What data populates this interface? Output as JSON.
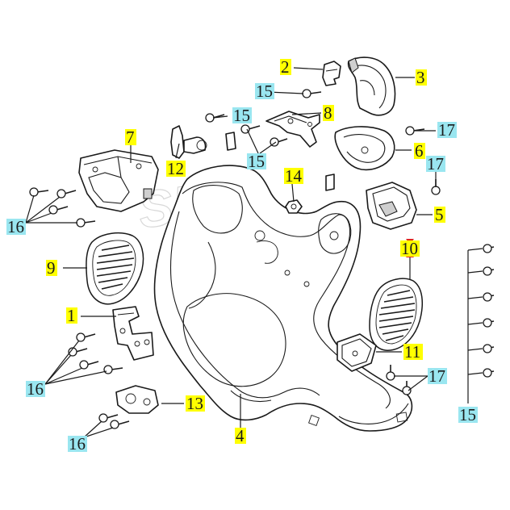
{
  "colors": {
    "line": "#1a1a1a",
    "highlight_yellow": "#ffff00",
    "highlight_cyan": "#9ae6f0",
    "selected_marker": "#e0261b",
    "watermark": "#d8d8d8"
  },
  "selected_callout": "10",
  "callouts": [
    {
      "id": "1",
      "text": "1",
      "highlight": "yellow"
    },
    {
      "id": "2",
      "text": "2",
      "highlight": "yellow"
    },
    {
      "id": "3",
      "text": "3",
      "highlight": "yellow"
    },
    {
      "id": "4",
      "text": "4",
      "highlight": "yellow"
    },
    {
      "id": "5",
      "text": "5",
      "highlight": "yellow"
    },
    {
      "id": "6",
      "text": "6",
      "highlight": "yellow"
    },
    {
      "id": "7",
      "text": "7",
      "highlight": "yellow"
    },
    {
      "id": "8",
      "text": "8",
      "highlight": "yellow"
    },
    {
      "id": "9",
      "text": "9",
      "highlight": "yellow"
    },
    {
      "id": "10",
      "text": "10",
      "highlight": "yellow"
    },
    {
      "id": "11",
      "text": "11",
      "highlight": "yellow"
    },
    {
      "id": "12",
      "text": "12",
      "highlight": "yellow"
    },
    {
      "id": "13",
      "text": "13",
      "highlight": "yellow"
    },
    {
      "id": "14",
      "text": "14",
      "highlight": "yellow"
    },
    {
      "id": "15",
      "text": "15",
      "highlight": "cyan"
    },
    {
      "id": "16",
      "text": "16",
      "highlight": "cyan"
    },
    {
      "id": "17",
      "text": "17",
      "highlight": "cyan"
    }
  ]
}
